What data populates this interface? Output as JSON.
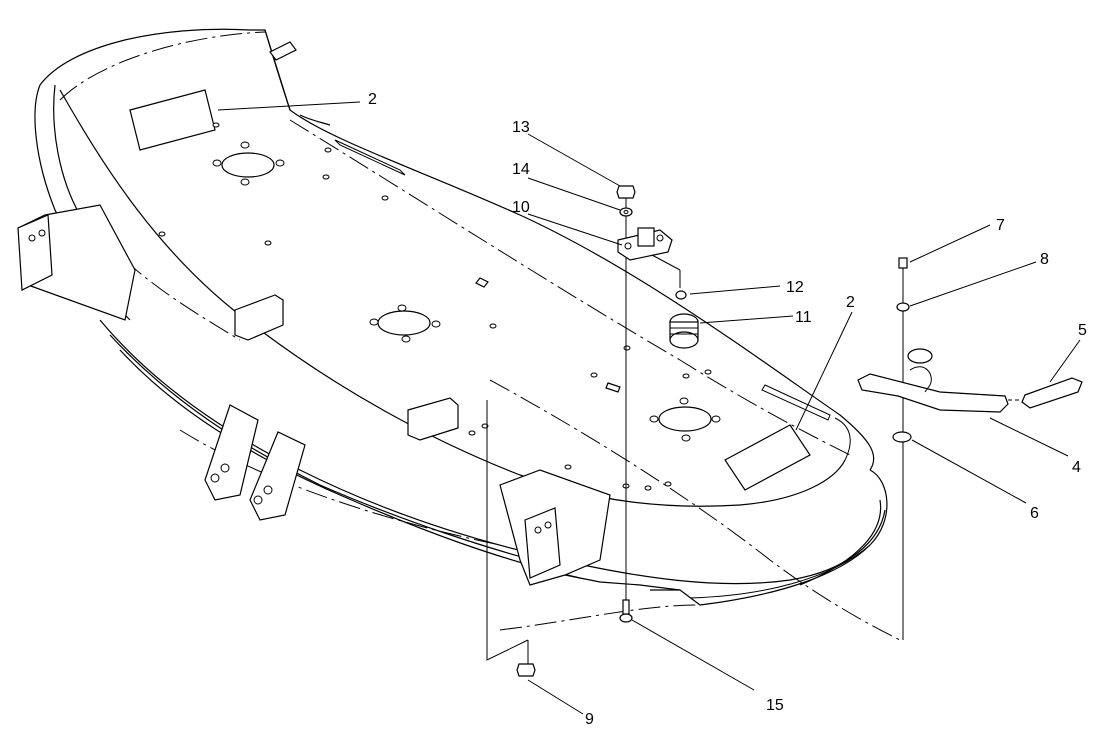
{
  "callouts": [
    {
      "id": "c2a",
      "label": "2"
    },
    {
      "id": "c13",
      "label": "13"
    },
    {
      "id": "c14",
      "label": "14"
    },
    {
      "id": "c10",
      "label": "10"
    },
    {
      "id": "c12",
      "label": "12"
    },
    {
      "id": "c11",
      "label": "11"
    },
    {
      "id": "c2b",
      "label": "2"
    },
    {
      "id": "c7",
      "label": "7"
    },
    {
      "id": "c8",
      "label": "8"
    },
    {
      "id": "c5",
      "label": "5"
    },
    {
      "id": "c4",
      "label": "4"
    },
    {
      "id": "c6",
      "label": "6"
    },
    {
      "id": "c15",
      "label": "15"
    },
    {
      "id": "c9",
      "label": "9"
    }
  ]
}
